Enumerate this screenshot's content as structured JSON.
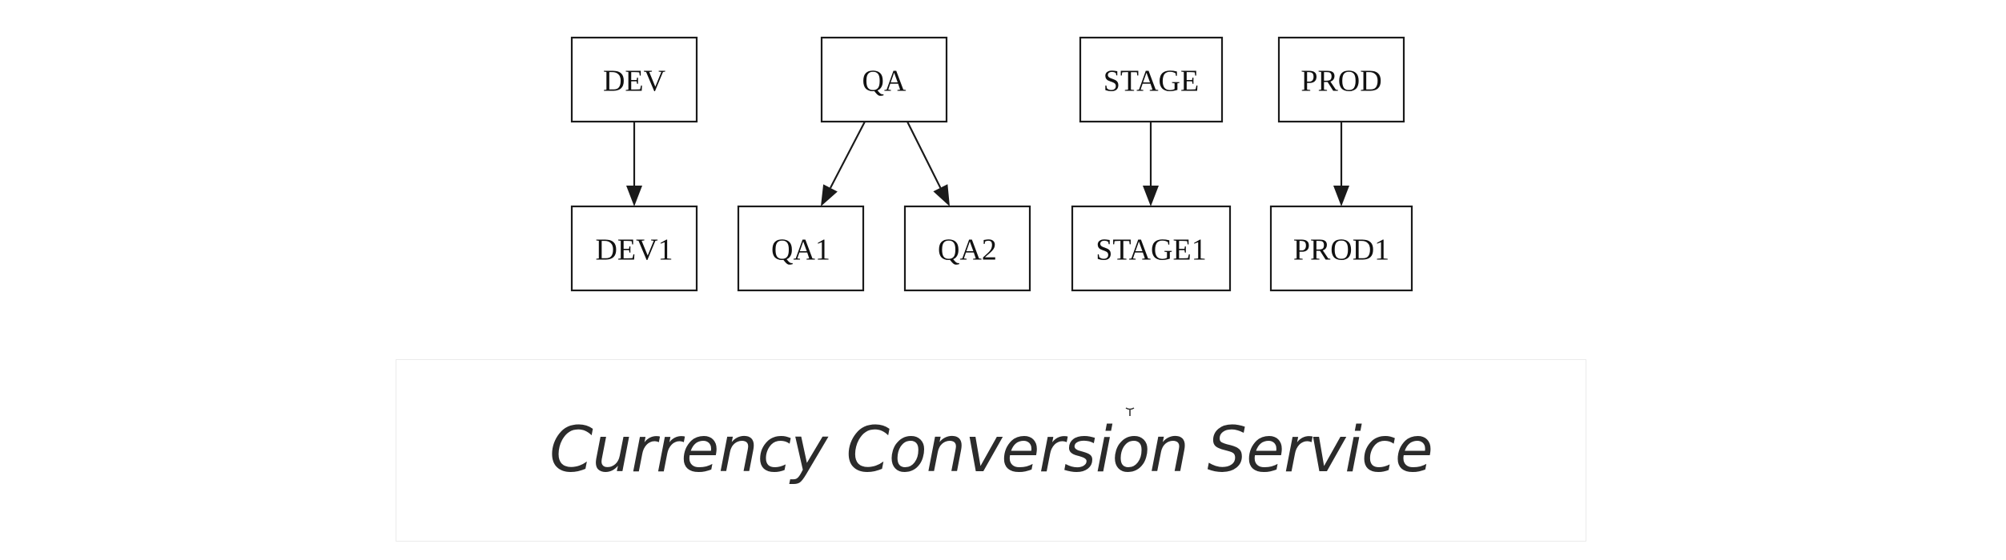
{
  "diagram": {
    "nodes": [
      {
        "id": "dev",
        "label": "DEV"
      },
      {
        "id": "qa",
        "label": "QA"
      },
      {
        "id": "stage",
        "label": "STAGE"
      },
      {
        "id": "prod",
        "label": "PROD"
      },
      {
        "id": "dev1",
        "label": "DEV1"
      },
      {
        "id": "qa1",
        "label": "QA1"
      },
      {
        "id": "qa2",
        "label": "QA2"
      },
      {
        "id": "stage1",
        "label": "STAGE1"
      },
      {
        "id": "prod1",
        "label": "PROD1"
      }
    ],
    "edges": [
      {
        "from": "dev",
        "to": "dev1"
      },
      {
        "from": "qa",
        "to": "qa1"
      },
      {
        "from": "qa",
        "to": "qa2"
      },
      {
        "from": "stage",
        "to": "stage1"
      },
      {
        "from": "prod",
        "to": "prod1"
      }
    ]
  },
  "title": {
    "text": "Currency Conversion Service"
  }
}
